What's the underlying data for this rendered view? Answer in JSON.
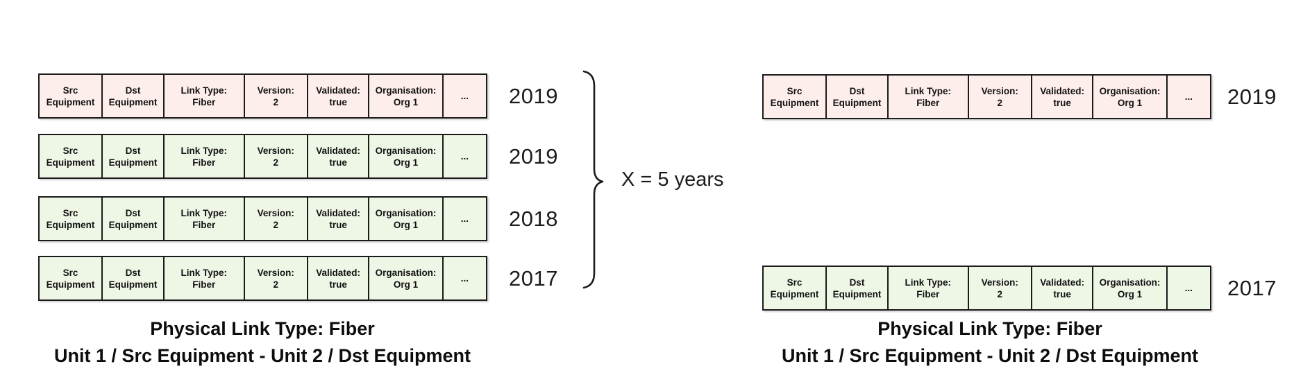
{
  "diagram": {
    "cell_labels": [
      "Src\nEquipment",
      "Dst\nEquipment",
      "Link Type:\nFiber",
      "Version:\n2",
      "Validated:\ntrue",
      "Organisation:\nOrg 1",
      "..."
    ],
    "left_group": {
      "rows": [
        {
          "year": "2019",
          "variant": "pink"
        },
        {
          "year": "2019",
          "variant": "green"
        },
        {
          "year": "2018",
          "variant": "green"
        },
        {
          "year": "2017",
          "variant": "green"
        }
      ],
      "brace_label": "X = 5 years",
      "caption_line1": "Physical Link Type: Fiber",
      "caption_line2": "Unit 1 / Src Equipment - Unit 2 / Dst Equipment"
    },
    "right_group": {
      "rows": [
        {
          "year": "2019",
          "variant": "pink"
        },
        {
          "year": "2017",
          "variant": "green"
        }
      ],
      "caption_line1": "Physical Link Type: Fiber",
      "caption_line2": "Unit 1 / Src Equipment - Unit 2 / Dst Equipment"
    },
    "colors": {
      "pink_fill": "#fdeeec",
      "green_fill": "#eef6e6",
      "border": "#1b1b1b",
      "text": "#111111"
    }
  }
}
